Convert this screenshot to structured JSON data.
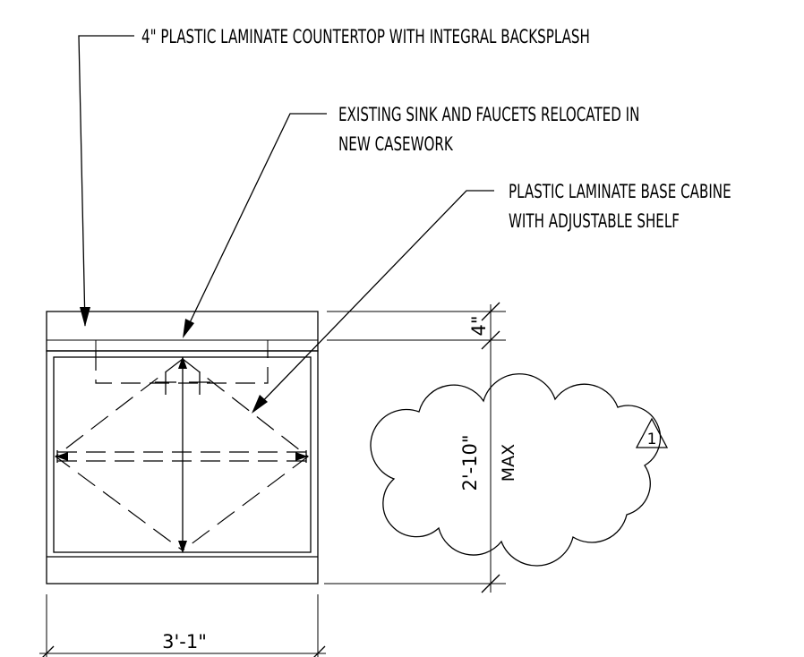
{
  "callouts": {
    "countertop": "4\" PLASTIC LAMINATE COUNTERTOP WITH INTEGRAL BACKSPLASH",
    "sink_line1": "EXISTING SINK AND FAUCETS RELOCATED IN",
    "sink_line2": "NEW CASEWORK",
    "cabinet_line1": "PLASTIC LAMINATE BASE CABINE",
    "cabinet_line2": "WITH ADJUSTABLE SHELF"
  },
  "dimensions": {
    "backsplash_height": "4\"",
    "cabinet_height": "2'-10\"",
    "cabinet_height_note": "MAX",
    "cabinet_width": "3'-1\""
  },
  "revision": {
    "tag": "1"
  }
}
